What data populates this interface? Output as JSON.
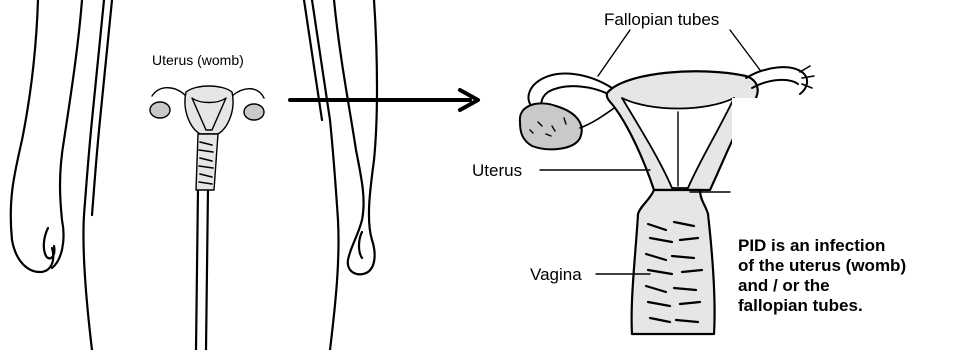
{
  "labels": {
    "uterus_womb": "Uterus (womb)",
    "fallopian_tubes": "Fallopian tubes",
    "uterus": "Uterus",
    "vagina": "Vagina"
  },
  "caption": {
    "lines": [
      "PID is an infection",
      "of the uterus (womb)",
      "and / or the",
      "fallopian tubes."
    ]
  },
  "colors": {
    "ink": "#000000",
    "organ_fill": "#e6e6e6",
    "ovary_fill": "#c9c9c9",
    "background": "#ffffff"
  }
}
